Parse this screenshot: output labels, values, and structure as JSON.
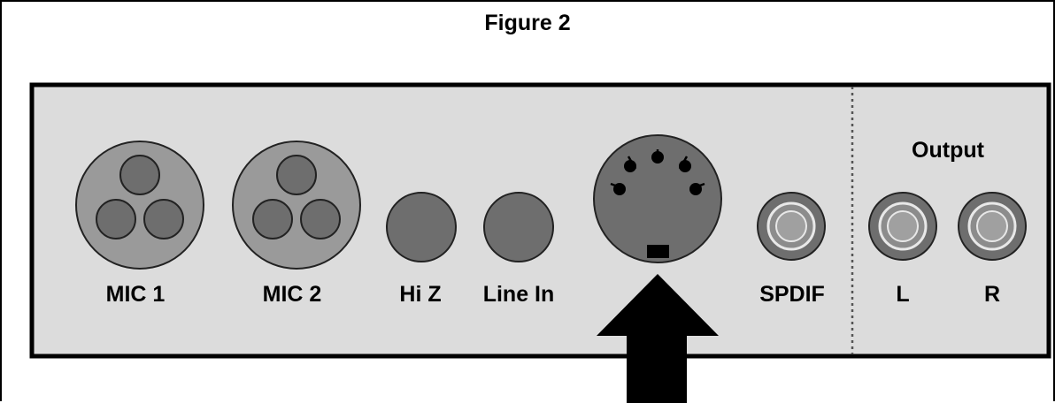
{
  "figure": {
    "title": "Figure 2"
  },
  "panel": {
    "output_label": "Output",
    "ports": {
      "mic1": "MIC 1",
      "mic2": "MIC 2",
      "hiz": "Hi Z",
      "line_in": "Line In",
      "spdif": "SPDIF",
      "out_l": "L",
      "out_r": "R"
    }
  },
  "colors": {
    "panel_fill": "#dcdcdc",
    "connector_fill": "#6e6e6e",
    "xlr_outer": "#9a9a9a",
    "arrow": "#000000"
  }
}
